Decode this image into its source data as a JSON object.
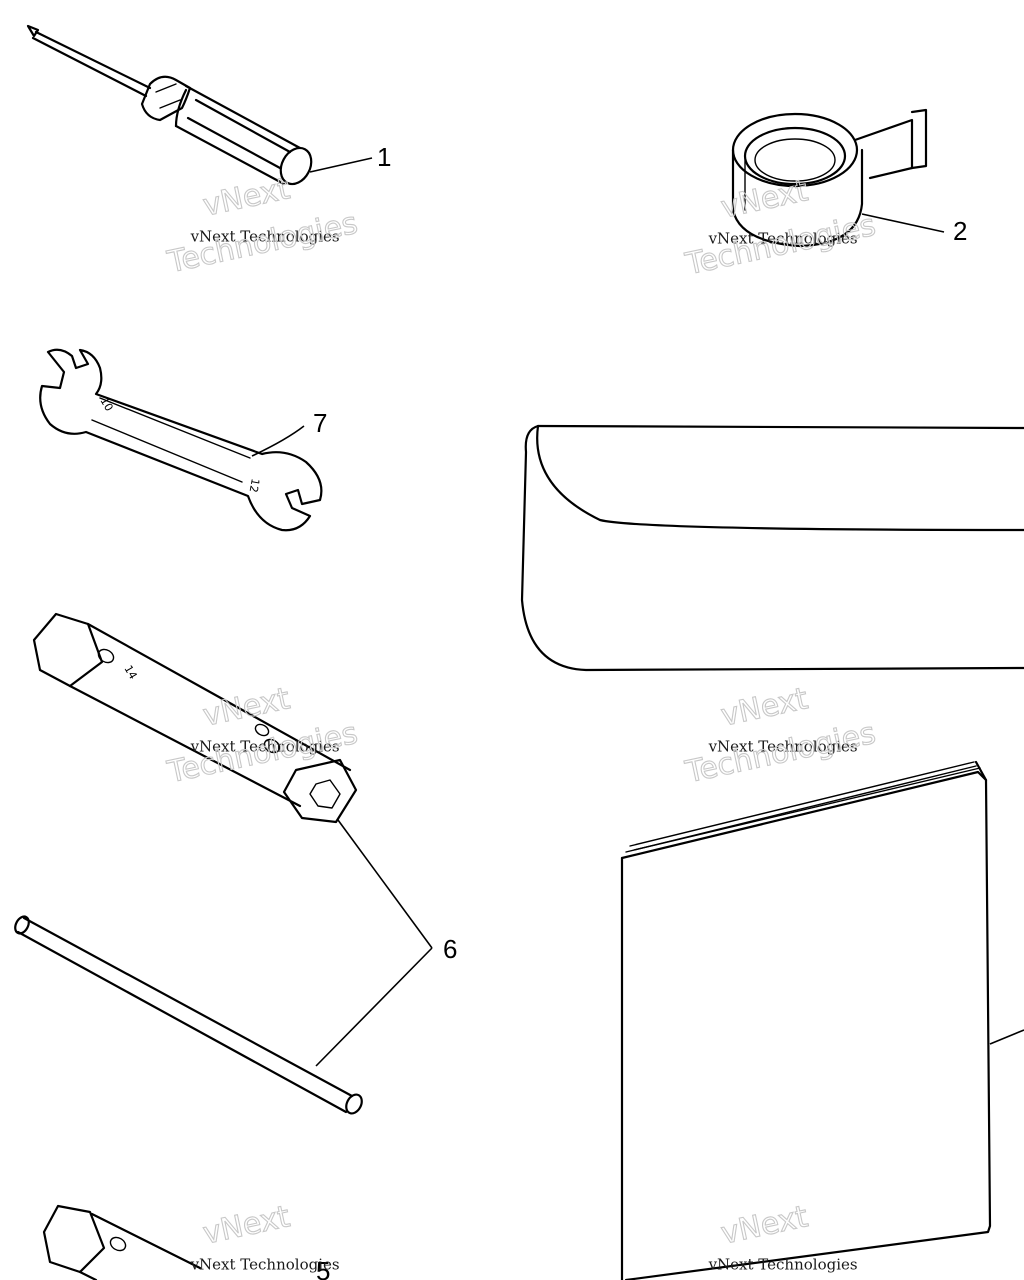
{
  "callouts": {
    "c1": "1",
    "c2": "2",
    "c5": "5",
    "c6": "6",
    "c7": "7"
  },
  "watermark": {
    "company": "vNext Technologies",
    "brand_top": "vNext",
    "brand_bottom": "Technologies"
  },
  "tool_markings": {
    "wrench_end_a": "10",
    "wrench_end_b": "12",
    "box_wrench": "14"
  }
}
